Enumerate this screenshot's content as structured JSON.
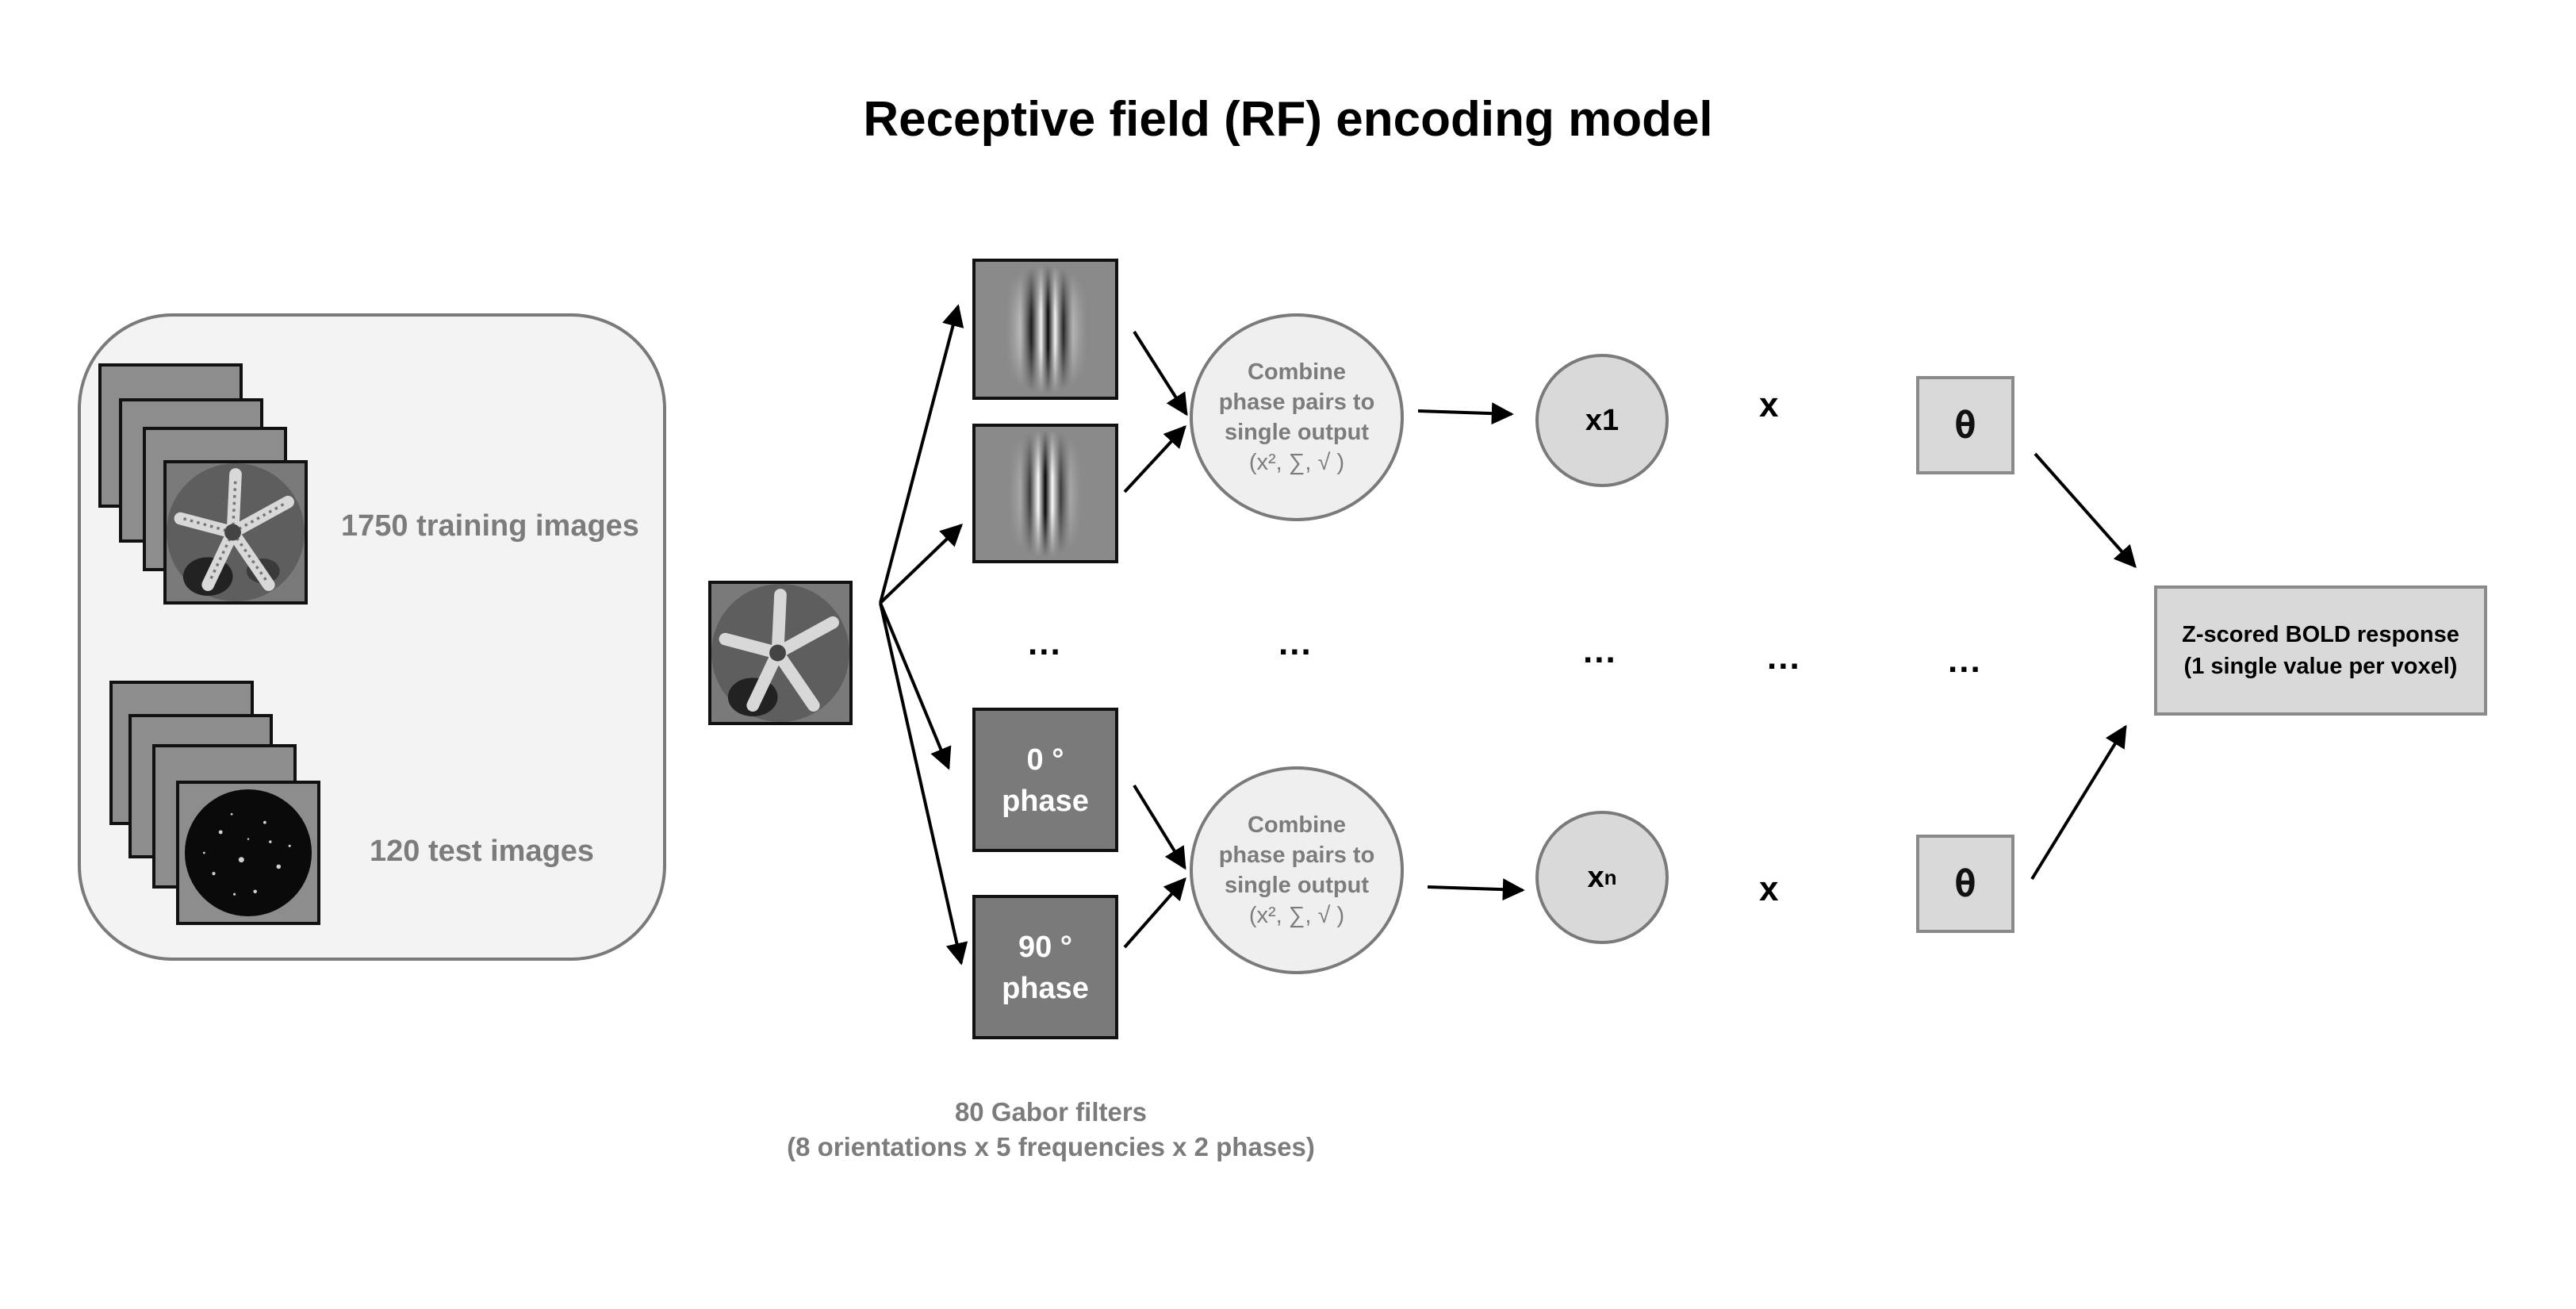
{
  "title": "Receptive field (RF) encoding model",
  "datasets": {
    "training_label": "1750 training images",
    "test_label": "120 test images"
  },
  "filters": {
    "phase_0_label": [
      "0 °",
      "phase"
    ],
    "phase_90_label": [
      "90 °",
      "phase"
    ],
    "caption_line1": "80 Gabor filters",
    "caption_line2": "(8 orientations x 5 frequencies x 2 phases)"
  },
  "combine": {
    "lines": [
      "Combine",
      "phase pairs to",
      "single output"
    ],
    "math": "(x², ∑, √ )"
  },
  "nodes": {
    "top": "x1",
    "bottom_base": "x",
    "bottom_sub": "n"
  },
  "multiply_symbol": "x",
  "weight_symbol": "θ",
  "ellipsis": "...",
  "output": {
    "line1": "Z-scored BOLD response",
    "line2": "(1 single value per voxel)"
  },
  "colors": {
    "label_gray": "#7c7c7c",
    "panel_bg": "#f3f3f3",
    "node_fill": "#d9d9d9",
    "filter_fill": "#7a7a7a"
  }
}
